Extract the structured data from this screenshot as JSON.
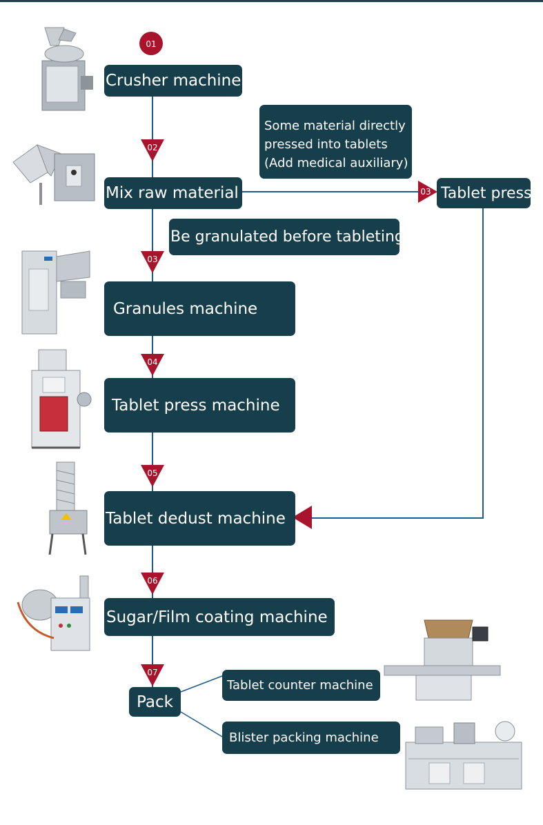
{
  "steps": {
    "s01": "01",
    "s02": "02",
    "s03a": "03",
    "s03b": "03",
    "s04": "04",
    "s05": "05",
    "s06": "06",
    "s07": "07"
  },
  "boxes": {
    "crusher": "Crusher machine",
    "mix": "Mix raw material",
    "granulate_note": "Be granulated before tableting",
    "granules": "Granules machine",
    "tablet_press": "Tablet press machine",
    "dedust": "Tablet dedust machine",
    "coating": "Sugar/Film coating machine",
    "pack": "Pack",
    "tablet_press_direct": "Tablet press",
    "counter": "Tablet counter machine",
    "blister": "Blister packing machine"
  },
  "direct_note": {
    "line1": "Some material directly",
    "line2": "pressed into tablets",
    "line3": "(Add medical auxiliary)"
  },
  "colors": {
    "box": "#163f4b",
    "flow_line": "#1f5a8a",
    "marker": "#a8142c",
    "badge": "#a8142c"
  },
  "icons": [
    "crusher-machine-image",
    "v-mixer-image",
    "granulator-image",
    "rotary-tablet-press-image",
    "tablet-deduster-image",
    "coating-pan-image",
    "tablet-counter-image",
    "blister-packer-image"
  ]
}
